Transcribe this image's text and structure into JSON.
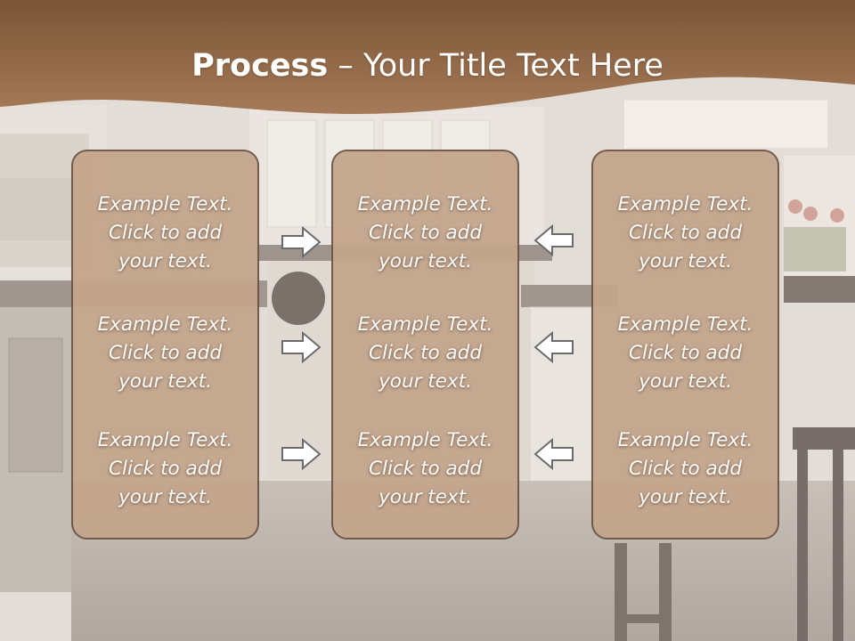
{
  "slide": {
    "title_bold": "Process",
    "title_rest": " – Your Title Text Here"
  },
  "columns": [
    {
      "items": [
        {
          "line1": "Example Text.",
          "line2": "Click  to add",
          "line3": "your text."
        },
        {
          "line1": "Example Text.",
          "line2": "Click  to add",
          "line3": "your text."
        },
        {
          "line1": "Example Text.",
          "line2": "Click  to add",
          "line3": "your text."
        }
      ]
    },
    {
      "items": [
        {
          "line1": "Example Text.",
          "line2": "Click  to add",
          "line3": "your text."
        },
        {
          "line1": "Example Text.",
          "line2": "Click  to add",
          "line3": "your text."
        },
        {
          "line1": "Example Text.",
          "line2": "Click  to add",
          "line3": "your text."
        }
      ]
    },
    {
      "items": [
        {
          "line1": "Example Text.",
          "line2": "Click  to add",
          "line3": "your text."
        },
        {
          "line1": "Example Text.",
          "line2": "Click  to add",
          "line3": "your text."
        },
        {
          "line1": "Example Text.",
          "line2": "Click  to add",
          "line3": "your text."
        }
      ]
    }
  ],
  "arrows": {
    "left_group": "right-arrow-icon",
    "right_group": "left-arrow-icon"
  },
  "colors": {
    "header_brown": "#9a6c4c",
    "box_fill": "#c4a58c",
    "box_border": "#6d5444",
    "arrow_fill": "#ffffff",
    "arrow_stroke": "#6b6b6b"
  }
}
